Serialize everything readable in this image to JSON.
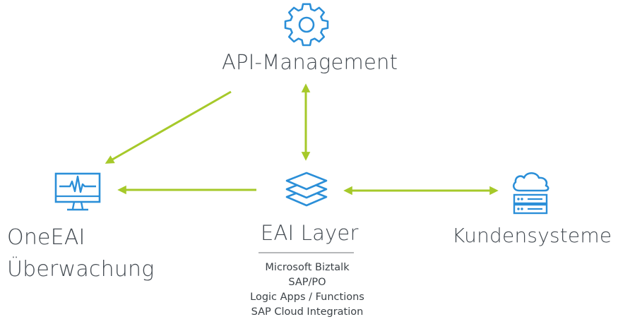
{
  "colors": {
    "arrow": "#a6c92a",
    "icon": "#2b8fd8",
    "text": "#444b52"
  },
  "nodes": {
    "api": {
      "label": "API-Management",
      "icon": "gear-icon"
    },
    "monitoring": {
      "label_line1": "OneEAI",
      "label_line2": "Überwachung",
      "icon": "monitor-pulse-icon"
    },
    "eai": {
      "label": "EAI Layer",
      "icon": "layers-icon",
      "items": [
        "Microsoft Biztalk",
        "SAP/PO",
        "Logic Apps / Functions",
        "SAP Cloud Integration"
      ]
    },
    "customer": {
      "label": "Kundensysteme",
      "icon": "cloud-server-icon"
    }
  }
}
